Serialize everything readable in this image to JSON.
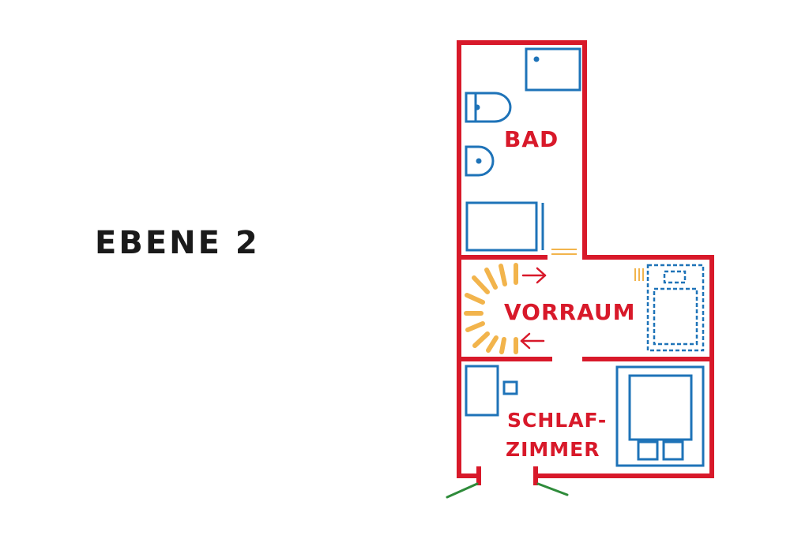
{
  "level_title": "EBENE 2",
  "rooms": {
    "bath": "BAD",
    "hall": "VORRAUM",
    "bedroom_line1": "SCHLAF-",
    "bedroom_line2": "ZIMMER"
  },
  "colors": {
    "walls": "#d8192a",
    "fixtures": "#1e73b8",
    "heater": "#f2b44c",
    "door_swing": "#2e8b3a",
    "title": "#1a1a1a"
  },
  "icons": [
    "toilet-icon",
    "sink-icon",
    "shower-icon",
    "bathtub-icon",
    "heater-icon",
    "bed-icon",
    "wardrobe-icon",
    "nightstand-icon",
    "arrow-right-icon",
    "arrow-left-icon"
  ]
}
